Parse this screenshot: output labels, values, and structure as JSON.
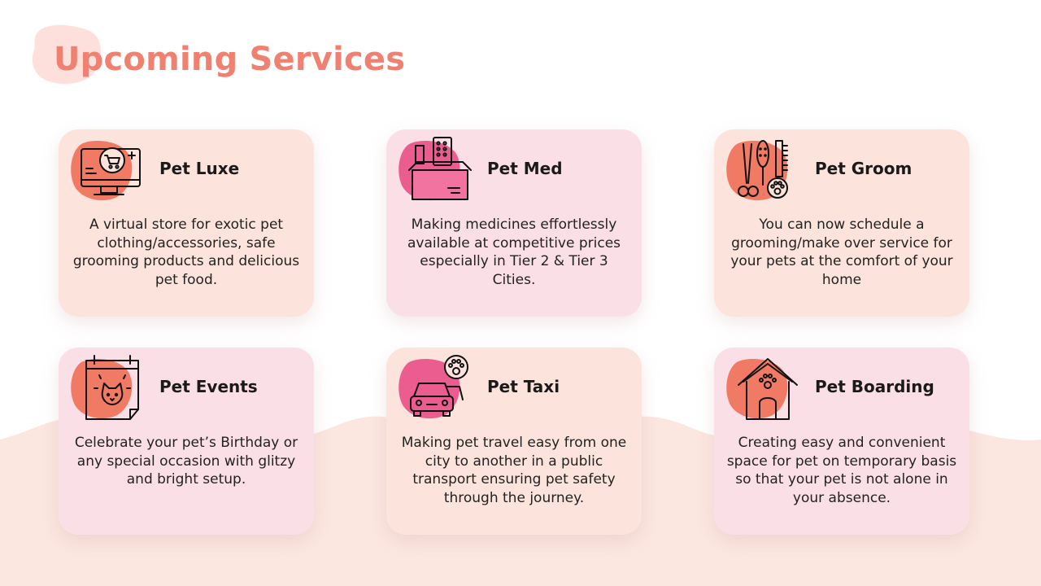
{
  "page": {
    "title": "Upcoming Services"
  },
  "colors": {
    "title": "#f08070",
    "card_peach": "#fce4dc",
    "card_pink": "#fbdfe6",
    "blob_orange": "#f07a63",
    "blob_pink": "#eb5d8f",
    "wave": "#fce6e0"
  },
  "services": [
    {
      "name": "Pet Luxe",
      "icon": "shopping-cart-monitor-icon",
      "description": "A virtual store for exotic pet clothing/accessories, safe grooming products and delicious pet food."
    },
    {
      "name": "Pet Med",
      "icon": "medicine-box-icon",
      "description": "Making medicines effortlessly available at competitive prices especially in Tier 2 & Tier 3 Cities."
    },
    {
      "name": "Pet Groom",
      "icon": "grooming-tools-icon",
      "description": "You can now schedule a grooming/make over service for your pets at the comfort of your home"
    },
    {
      "name": "Pet Events",
      "icon": "calendar-cat-icon",
      "description": "Celebrate your pet’s Birthday or any special occasion with glitzy and bright setup."
    },
    {
      "name": "Pet Taxi",
      "icon": "car-paw-icon",
      "description": "Making pet travel easy from one city to another in a public transport ensuring pet safety through the journey."
    },
    {
      "name": "Pet Boarding",
      "icon": "pet-house-icon",
      "description": "Creating easy and convenient space for pet on temporary basis so that your pet is not alone in your absence."
    }
  ]
}
